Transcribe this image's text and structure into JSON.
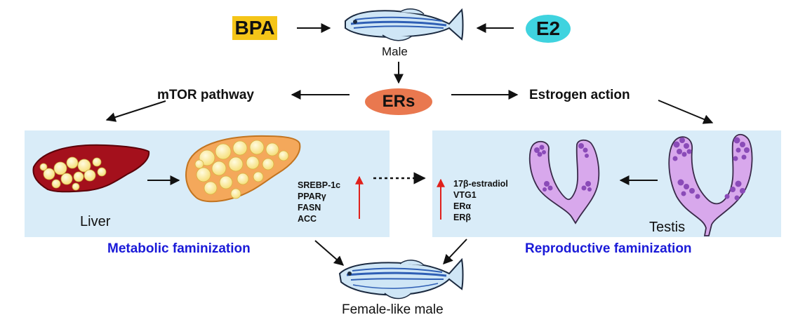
{
  "inputs": {
    "bpa": "BPA",
    "e2": "E2"
  },
  "top_fish": {
    "label": "Male"
  },
  "receptor": {
    "label": "ERs"
  },
  "pathways": {
    "left": "mTOR pathway",
    "right": "Estrogen action"
  },
  "liver_panel": {
    "organ_label": "Liver",
    "markers": [
      "SREBP-1c",
      "PPARγ",
      "FASN",
      "ACC"
    ],
    "title": "Metabolic faminization"
  },
  "testis_panel": {
    "organ_label": "Testis",
    "markers": [
      "17β-estradiol",
      "VTG1",
      "ERα",
      "ERβ"
    ],
    "title": "Reproductive faminization"
  },
  "bottom_fish": {
    "label": "Female-like male"
  },
  "colors": {
    "bpa_box": "#f5c518",
    "e2_ellipse": "#3fd3df",
    "ers_ellipse": "#e9784f",
    "panel_bg": "#d9ecf8",
    "title_blue": "#1a1ad8",
    "up_arrow_red": "#e0201b",
    "liver_dark_red": "#a4101c",
    "liver_fatty_orange": "#f4a85b",
    "testis_lilac": "#d8a8ec",
    "testis_purple": "#8a4bb8"
  },
  "icons": [
    "zebrafish-male-icon",
    "zebrafish-female-like-icon",
    "liver-icon",
    "fatty-liver-icon",
    "testis-icon"
  ]
}
